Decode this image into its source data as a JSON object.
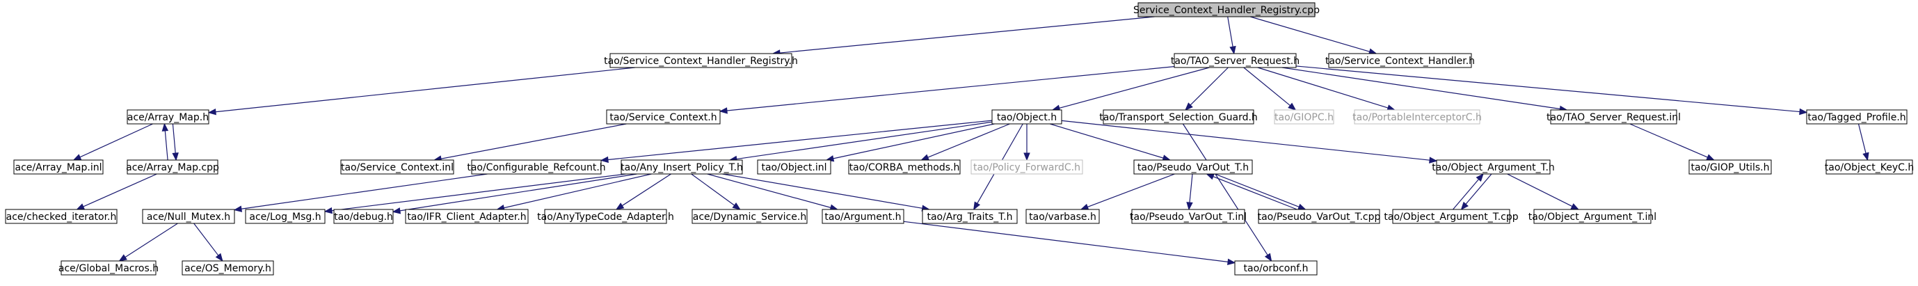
{
  "colors": {
    "edge": "#191970",
    "root_fill": "#bfbfbf",
    "node_border": "#000000",
    "dim_border": "#bfbfbf"
  },
  "nodes": [
    {
      "id": "root",
      "label": "Service_Context_Handler_Registry.cpp",
      "style": "root"
    },
    {
      "id": "scr_h",
      "label": "tao/Service_Context_Handler_Registry.h"
    },
    {
      "id": "tsr_h",
      "label": "tao/TAO_Server_Request.h"
    },
    {
      "id": "sch_h",
      "label": "tao/Service_Context_Handler.h"
    },
    {
      "id": "am_h",
      "label": "ace/Array_Map.h"
    },
    {
      "id": "sc_h",
      "label": "tao/Service_Context.h"
    },
    {
      "id": "obj_h",
      "label": "tao/Object.h"
    },
    {
      "id": "tsg_h",
      "label": "tao/Transport_Selection_Guard.h"
    },
    {
      "id": "giopc_h",
      "label": "tao/GIOPC.h",
      "style": "dim"
    },
    {
      "id": "pic_h",
      "label": "tao/PortableInterceptorC.h",
      "style": "dim"
    },
    {
      "id": "tsr_inl",
      "label": "tao/TAO_Server_Request.inl"
    },
    {
      "id": "tp_h",
      "label": "tao/Tagged_Profile.h"
    },
    {
      "id": "am_inl",
      "label": "ace/Array_Map.inl"
    },
    {
      "id": "am_cpp",
      "label": "ace/Array_Map.cpp"
    },
    {
      "id": "sc_inl",
      "label": "tao/Service_Context.inl"
    },
    {
      "id": "cr_h",
      "label": "tao/Configurable_Refcount.h"
    },
    {
      "id": "aip_h",
      "label": "tao/Any_Insert_Policy_T.h"
    },
    {
      "id": "obj_inl",
      "label": "tao/Object.inl"
    },
    {
      "id": "cm_h",
      "label": "tao/CORBA_methods.h"
    },
    {
      "id": "pf_h",
      "label": "tao/Policy_ForwardC.h",
      "style": "dim"
    },
    {
      "id": "pvo_h",
      "label": "tao/Pseudo_VarOut_T.h"
    },
    {
      "id": "oa_h",
      "label": "tao/Object_Argument_T.h"
    },
    {
      "id": "gu_h",
      "label": "tao/GIOP_Utils.h"
    },
    {
      "id": "ok_h",
      "label": "tao/Object_KeyC.h"
    },
    {
      "id": "ci_h",
      "label": "ace/checked_iterator.h"
    },
    {
      "id": "nm_h",
      "label": "ace/Null_Mutex.h"
    },
    {
      "id": "lm_h",
      "label": "ace/Log_Msg.h"
    },
    {
      "id": "dbg_h",
      "label": "tao/debug.h"
    },
    {
      "id": "ifr_h",
      "label": "tao/IFR_Client_Adapter.h"
    },
    {
      "id": "atc_h",
      "label": "tao/AnyTypeCode_Adapter.h"
    },
    {
      "id": "ds_h",
      "label": "ace/Dynamic_Service.h"
    },
    {
      "id": "arg_h",
      "label": "tao/Argument.h"
    },
    {
      "id": "at_h",
      "label": "tao/Arg_Traits_T.h"
    },
    {
      "id": "vb_h",
      "label": "tao/varbase.h"
    },
    {
      "id": "pvo_inl",
      "label": "tao/Pseudo_VarOut_T.inl"
    },
    {
      "id": "pvo_cpp",
      "label": "tao/Pseudo_VarOut_T.cpp"
    },
    {
      "id": "oa_cpp",
      "label": "tao/Object_Argument_T.cpp"
    },
    {
      "id": "oa_inl",
      "label": "tao/Object_Argument_T.inl"
    },
    {
      "id": "gm_h",
      "label": "ace/Global_Macros.h"
    },
    {
      "id": "osm_h",
      "label": "ace/OS_Memory.h"
    },
    {
      "id": "orb_h",
      "label": "tao/orbconf.h"
    }
  ],
  "edges": [
    [
      "root",
      "scr_h"
    ],
    [
      "root",
      "tsr_h"
    ],
    [
      "root",
      "sch_h"
    ],
    [
      "scr_h",
      "am_h"
    ],
    [
      "tsr_h",
      "sc_h"
    ],
    [
      "tsr_h",
      "obj_h"
    ],
    [
      "tsr_h",
      "tsg_h"
    ],
    [
      "tsr_h",
      "giopc_h"
    ],
    [
      "tsr_h",
      "pic_h"
    ],
    [
      "tsr_h",
      "tsr_inl"
    ],
    [
      "tsr_h",
      "tp_h"
    ],
    [
      "am_h",
      "am_inl"
    ],
    [
      "am_h",
      "am_cpp"
    ],
    [
      "am_cpp",
      "am_h"
    ],
    [
      "am_cpp",
      "ci_h"
    ],
    [
      "sc_h",
      "sc_inl"
    ],
    [
      "obj_h",
      "cr_h"
    ],
    [
      "obj_h",
      "aip_h"
    ],
    [
      "obj_h",
      "obj_inl"
    ],
    [
      "obj_h",
      "cm_h"
    ],
    [
      "obj_h",
      "pf_h"
    ],
    [
      "obj_h",
      "pvo_h"
    ],
    [
      "obj_h",
      "oa_h"
    ],
    [
      "obj_h",
      "at_h"
    ],
    [
      "tsg_h",
      "orb_h"
    ],
    [
      "tsr_inl",
      "gu_h"
    ],
    [
      "tp_h",
      "ok_h"
    ],
    [
      "cr_h",
      "nm_h"
    ],
    [
      "aip_h",
      "lm_h"
    ],
    [
      "aip_h",
      "dbg_h"
    ],
    [
      "aip_h",
      "ifr_h"
    ],
    [
      "aip_h",
      "atc_h"
    ],
    [
      "aip_h",
      "ds_h"
    ],
    [
      "aip_h",
      "arg_h"
    ],
    [
      "aip_h",
      "at_h"
    ],
    [
      "pvo_h",
      "vb_h"
    ],
    [
      "pvo_h",
      "pvo_inl"
    ],
    [
      "pvo_h",
      "pvo_cpp"
    ],
    [
      "pvo_cpp",
      "pvo_h"
    ],
    [
      "oa_h",
      "oa_cpp"
    ],
    [
      "oa_cpp",
      "oa_h"
    ],
    [
      "oa_h",
      "oa_inl"
    ],
    [
      "nm_h",
      "gm_h"
    ],
    [
      "nm_h",
      "osm_h"
    ],
    [
      "arg_h",
      "orb_h"
    ]
  ]
}
